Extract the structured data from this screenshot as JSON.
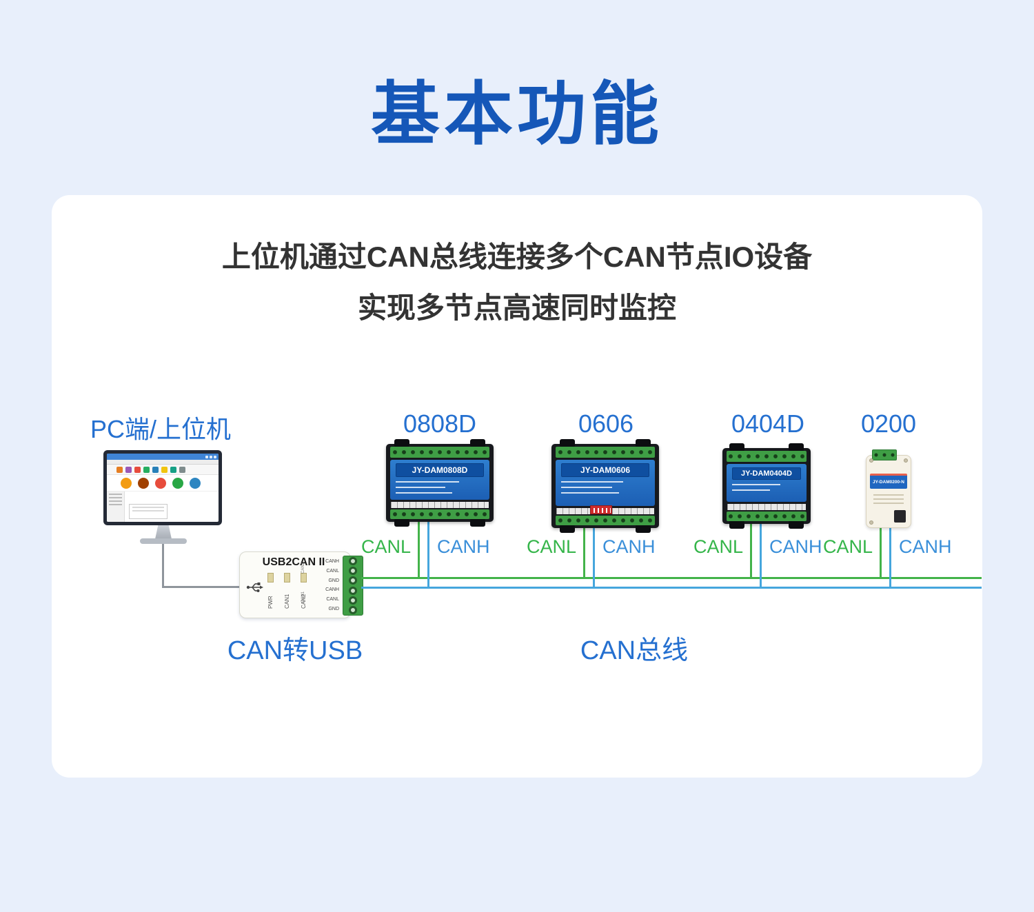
{
  "page": {
    "title": "基本功能"
  },
  "card": {
    "description_line1": "上位机通过CAN总线连接多个CAN节点IO设备",
    "description_line2": "实现多节点高速同时监控"
  },
  "pc": {
    "label": "PC端/上位机"
  },
  "converter": {
    "device_title": "USB2CAN II",
    "caption": "CAN转USB",
    "leds": [
      {
        "label": "PWR"
      },
      {
        "label": "CAN1"
      },
      {
        "label": "CAN2"
      }
    ],
    "terminal_groups": [
      {
        "group": "CAN2",
        "pins": [
          "CANH",
          "CANL",
          "GND"
        ]
      },
      {
        "group": "CAN1",
        "pins": [
          "CANH",
          "CANL",
          "GND"
        ]
      }
    ]
  },
  "bus": {
    "caption": "CAN总线"
  },
  "modules": [
    {
      "name": "0808D",
      "panel": "JY-DAM0808D",
      "canl": "CANL",
      "canh": "CANH"
    },
    {
      "name": "0606",
      "panel": "JY-DAM0606",
      "canl": "CANL",
      "canh": "CANH"
    },
    {
      "name": "0404D",
      "panel": "JY-DAM0404D",
      "canl": "CANL",
      "canh": "CANH"
    },
    {
      "name": "0200",
      "panel": "JY-DAM0200-N",
      "canl": "CANL",
      "canh": "CANH"
    }
  ],
  "colors": {
    "background": "#e8effb",
    "title_blue": "#1557b8",
    "label_blue": "#2570d0",
    "canl_green": "#35b54a",
    "canh_blue": "#3a8fd9",
    "bus_green": "#43b34a",
    "bus_blue": "#45a6dd"
  }
}
